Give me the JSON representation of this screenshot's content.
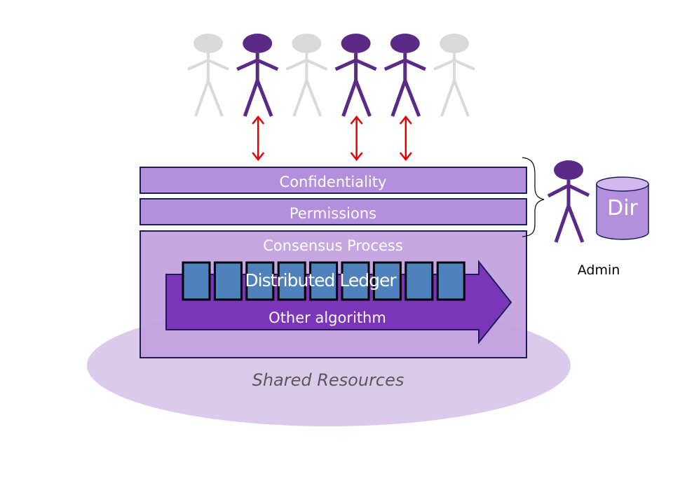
{
  "title": "Distributed ledger architecture diagram",
  "colors": {
    "user_active": "#5b2a86",
    "user_inactive": "#d9d9d9",
    "arrow_red": "#e60000",
    "layer_fill": "#b48fdc",
    "layer_border": "#1a1f5c",
    "consensus_fill": "#c7a7e2",
    "algo_arrow_fill": "#7b35b8",
    "block_fill": "#4f81bd",
    "shared_ellipse": "#dccaec",
    "dir_fill": "#b48fdc",
    "dir_top": "#d2b8ee"
  },
  "users": [
    {
      "id": "user-1",
      "active": false
    },
    {
      "id": "user-2",
      "active": true
    },
    {
      "id": "user-3",
      "active": false
    },
    {
      "id": "user-4",
      "active": true
    },
    {
      "id": "user-5",
      "active": true
    },
    {
      "id": "user-6",
      "active": false
    }
  ],
  "layers": {
    "confidentiality": "Confidentiality",
    "permissions": "Permissions",
    "consensus": "Consensus Process"
  },
  "ledger": {
    "label": "Distributed Ledger",
    "block_count": 9
  },
  "algorithm": {
    "label": "Other algorithm"
  },
  "shared": {
    "label": "Shared Resources"
  },
  "admin": {
    "label": "Admin",
    "directory_label": "Dir"
  }
}
